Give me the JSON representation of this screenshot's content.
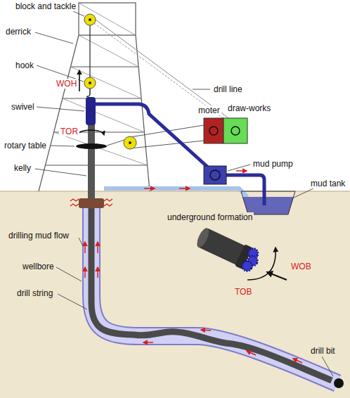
{
  "diagram": {
    "labels": [
      "block and tackle",
      "derrick",
      "drill line",
      "hook",
      "WOH",
      "moter",
      "draw-works",
      "swivel",
      "TOR",
      "rotary table",
      "kelly",
      "mud pump",
      "mud tank",
      "drilling mud flow",
      "underground formation",
      "wellbore",
      "drill string",
      "WOB",
      "TOB",
      "drill bit"
    ]
  }
}
